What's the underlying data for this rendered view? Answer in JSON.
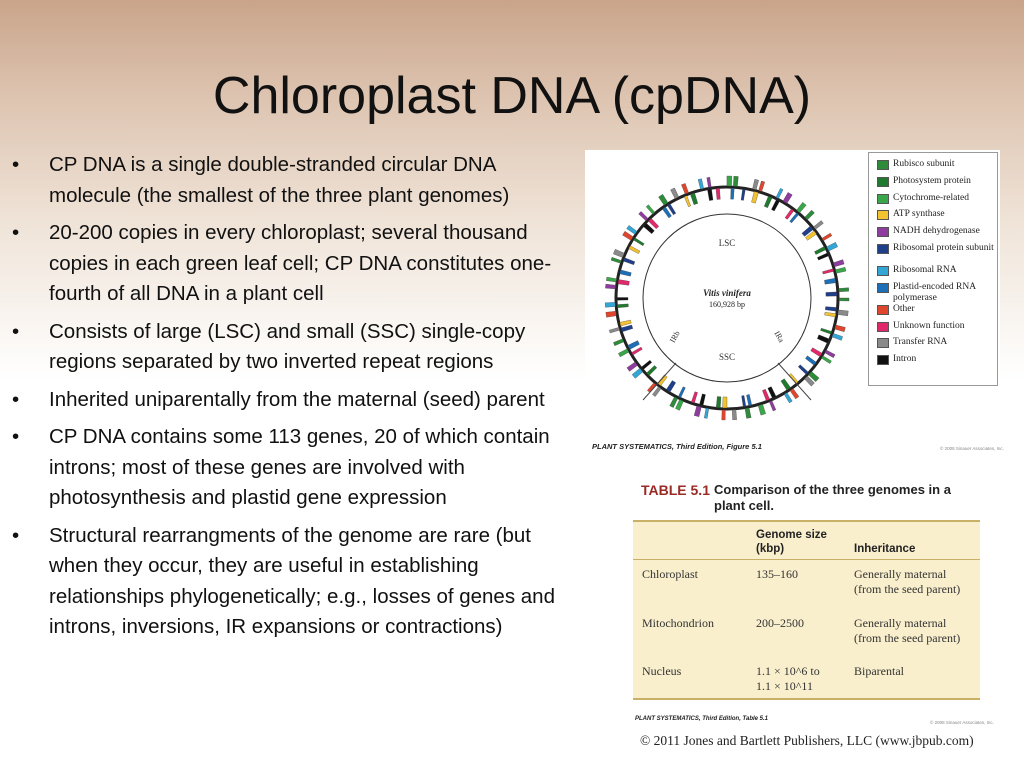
{
  "slide": {
    "title": "Chloroplast DNA (cpDNA)",
    "bullet_char": "•",
    "bullets": [
      "CP DNA is a single double-stranded circular DNA molecule (the smallest of the three plant genomes)",
      "20-200 copies in every chloroplast; several thousand copies in each green leaf cell; CP DNA constitutes one-fourth of all DNA in a plant cell",
      "Consists of large (LSC) and small (SSC) single-copy regions separated by two inverted repeat regions",
      "Inherited uniparentally from the maternal (seed) parent",
      "CP DNA contains some 113 genes, 20 of which contain introns; most of these genes are involved with photosynthesis and plastid gene expression",
      "Structural rearrangments of the genome are rare (but when they occur, they are useful in establishing relationships phylogenetically; e.g., losses of genes and introns, inversions, IR expansions or contractions)"
    ]
  },
  "figure": {
    "species": "Vitis vinifera",
    "size": "160,928 bp",
    "regions": {
      "lsc": "LSC",
      "ssc": "SSC",
      "ira": "IRa",
      "irb": "IRb"
    },
    "caption": "PLANT SYSTEMATICS, Third Edition, Figure 5.1",
    "credit": "© 2008 Sinauer Associates, Inc.",
    "legend": [
      {
        "label": "Rubisco subunit",
        "color": "#2e8b3a"
      },
      {
        "label": "Photosystem protein",
        "color": "#1f7a2e"
      },
      {
        "label": "Cytochrome-related",
        "color": "#3aa64a"
      },
      {
        "label": "ATP synthase",
        "color": "#f2c230"
      },
      {
        "label": "NADH dehydrogenase",
        "color": "#8e3c9e"
      },
      {
        "label": "Ribosomal protein subunit",
        "color": "#1f3f8a"
      },
      {
        "label": "Ribosomal RNA",
        "color": "#33a6d6"
      },
      {
        "label": "Plastid-encoded RNA polymerase",
        "color": "#1d6fb8"
      },
      {
        "label": "Other",
        "color": "#e0462e"
      },
      {
        "label": "Unknown function",
        "color": "#e0286a"
      },
      {
        "label": "Transfer RNA",
        "color": "#8a8a8a"
      },
      {
        "label": "Intron",
        "color": "#111111"
      }
    ]
  },
  "table": {
    "number": "TABLE 5.1",
    "heading": "Comparison of the three genomes in a plant cell.",
    "columns": [
      "Genome size (kbp)",
      "Inheritance"
    ],
    "rows": [
      {
        "genome": "Chloroplast",
        "size": "135–160",
        "inheritance": "Generally maternal (from the seed parent)"
      },
      {
        "genome": "Mitochondrion",
        "size": "200–2500",
        "inheritance": "Generally maternal (from the seed parent)"
      },
      {
        "genome": "Nucleus",
        "size": "1.1 × 10^6 to 1.1 × 10^11",
        "inheritance": "Biparental"
      }
    ],
    "caption": "PLANT SYSTEMATICS, Third Edition, Table 5.1",
    "credit": "© 2008 Sinauer Associates, Inc."
  },
  "copyright": "© 2011 Jones and Bartlett Publishers, LLC (www.jbpub.com)"
}
